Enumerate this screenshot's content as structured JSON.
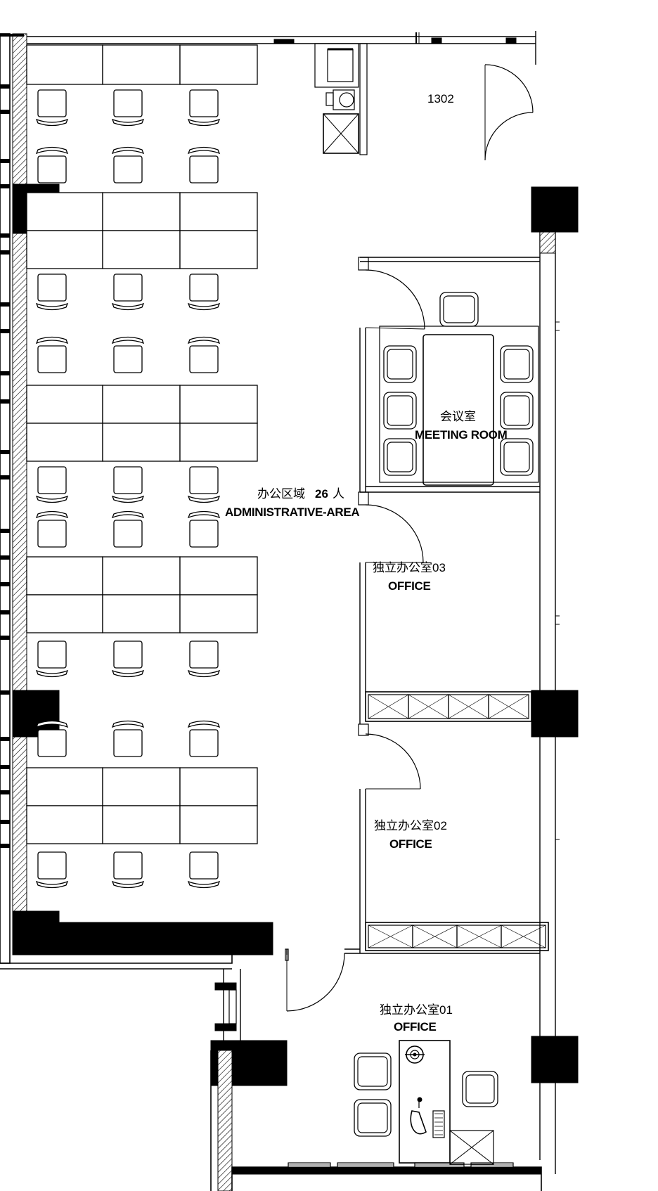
{
  "rooms": {
    "unit_number": "1302",
    "meeting_room": {
      "label_cn": "会议室",
      "label_en": "MEETING ROOM"
    },
    "admin_area": {
      "label_cn": "办公区域",
      "count": "26",
      "count_unit": "人",
      "label_en": "ADMINISTRATIVE-AREA"
    },
    "office_03": {
      "label_cn": "独立办公室03",
      "label_en": "OFFICE"
    },
    "office_02": {
      "label_cn": "独立办公室02",
      "label_en": "OFFICE"
    },
    "office_01": {
      "label_cn": "独立办公室01",
      "label_en": "OFFICE"
    }
  },
  "colors": {
    "ink": "#000000",
    "paper": "#ffffff"
  }
}
